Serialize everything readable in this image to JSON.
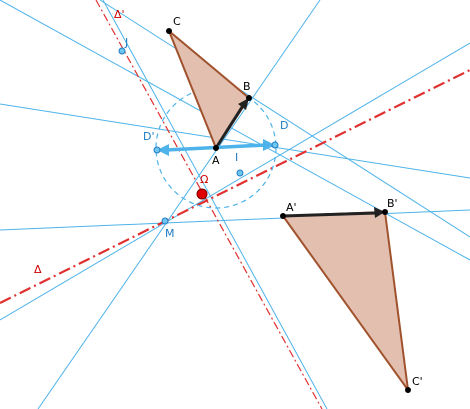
{
  "colors": {
    "construction_line": "#4eb3ea",
    "axis": "#e03030",
    "triangle_fill": "#e3bfb0",
    "triangle_stroke": "#a0522d",
    "vector_black": "#222222",
    "vector_blue": "#4eb3ea",
    "point_black": "#000000",
    "point_blue_fill": "#6ec6f0",
    "center_red": "#e00000",
    "circle_dashed": "#4eb3ea"
  },
  "labels": {
    "A": "A",
    "B": "B",
    "C": "C",
    "A_prime": "A'",
    "B_prime": "B'",
    "C_prime": "C'",
    "D": "D",
    "D_prime": "D'",
    "I": "I",
    "J": "J",
    "M": "M",
    "Omega": "Ω",
    "Delta": "Δ",
    "Delta_prime": "Δ'"
  }
}
